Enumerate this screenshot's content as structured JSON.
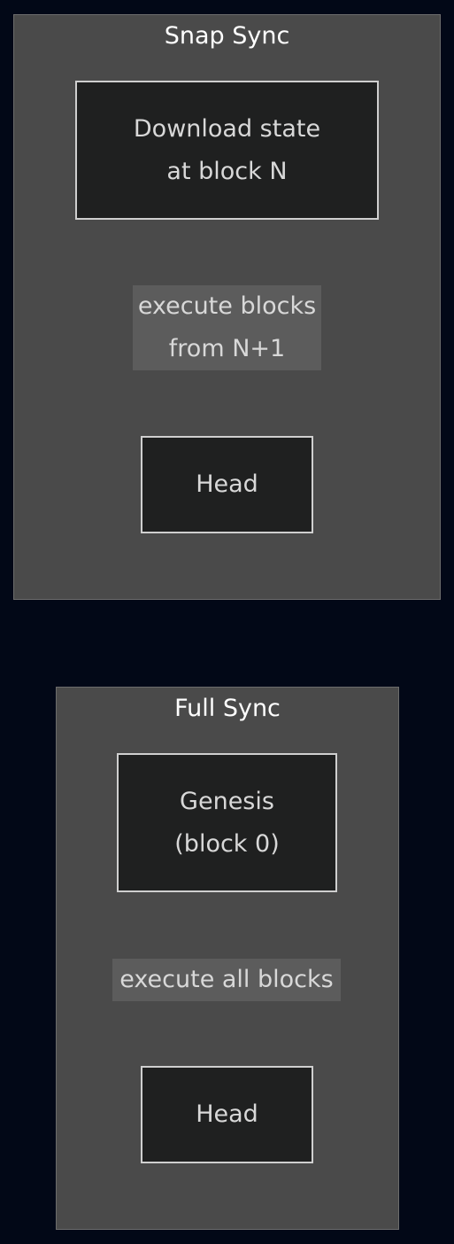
{
  "snap_sync": {
    "title": "Snap Sync",
    "start_node": {
      "line1": "Download state",
      "line2": "at block N"
    },
    "edge_label": {
      "line1": "execute blocks",
      "line2": "from N+1"
    },
    "end_node": {
      "label": "Head"
    }
  },
  "full_sync": {
    "title": "Full Sync",
    "start_node": {
      "line1": "Genesis",
      "line2": "(block 0)"
    },
    "edge_label": {
      "line1": "execute all blocks"
    },
    "end_node": {
      "label": "Head"
    }
  },
  "colors": {
    "background": "#020817",
    "cluster_fill": "#4a4a4a",
    "node_fill": "#1f2020",
    "node_border": "#cfcfcf",
    "edge": "#cfcfcf",
    "edge_label_fill": "#5c5c5c",
    "text": "#d8d8d8"
  }
}
